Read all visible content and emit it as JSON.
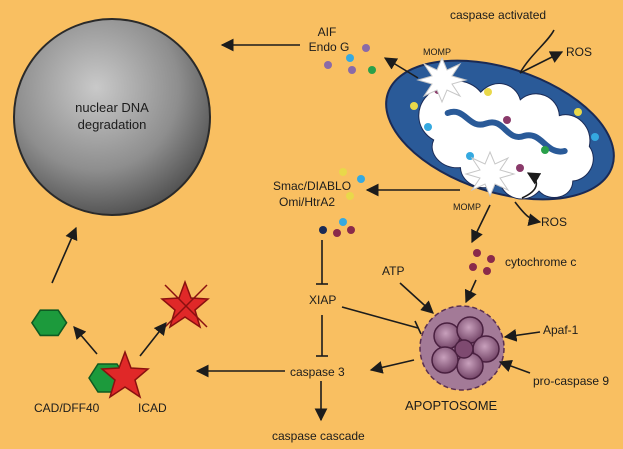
{
  "nucleus": {
    "label_line1": "nuclear DNA",
    "label_line2": "degradation"
  },
  "top": {
    "caspase_activated": "caspase activated",
    "ros": "ROS"
  },
  "aif": {
    "line1": "AIF",
    "line2": "Endo G"
  },
  "momp": {
    "upper": "MOMP",
    "lower": "MOMP"
  },
  "smac": {
    "line1": "Smac/DIABLO",
    "line2": "Omi/HtrA2"
  },
  "ros_lower": "ROS",
  "cytochrome": "cytochrome c",
  "atp": "ATP",
  "xiap": "XIAP",
  "apaf": "Apaf-1",
  "procaspase": "pro-caspase 9",
  "apoptosome": "APOPTOSOME",
  "caspase3": "caspase 3",
  "cascade": "caspase cascade",
  "cad": "CAD/DFF40",
  "icad": "ICAD",
  "colors": {
    "background": "#f9bf61",
    "nucleus": "#8c8c8c",
    "mitochondrion_outer": "#2a5a98",
    "cad": "#1c9a3c",
    "icad": "#e02828",
    "apoptosome": "#8a5a7e"
  }
}
